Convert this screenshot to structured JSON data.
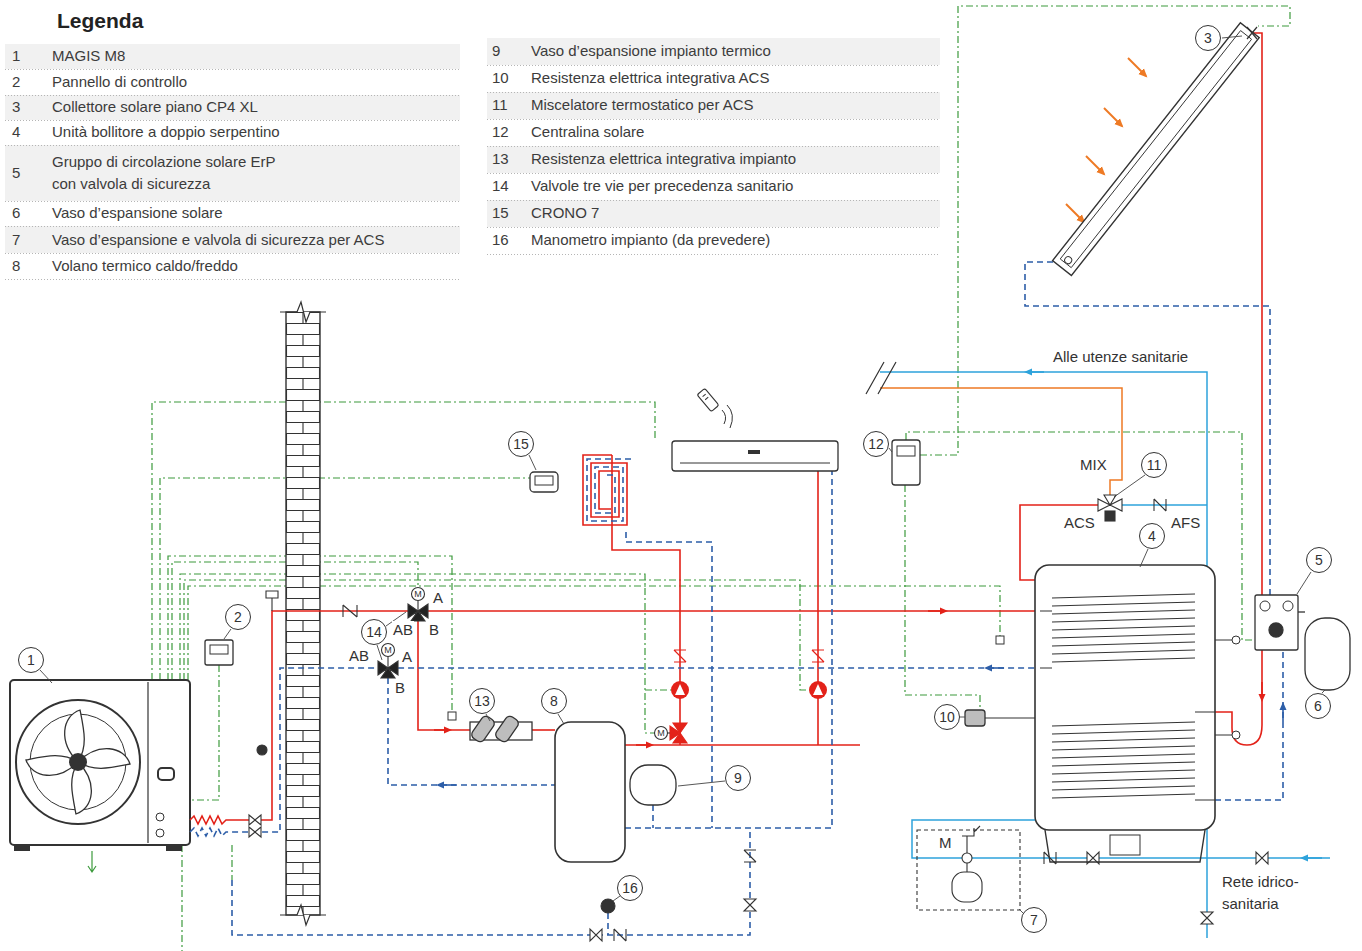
{
  "diagram": {
    "title": "Legenda",
    "nodes": [
      {
        "text": [
          "3"
        ]
      },
      {
        "text": [
          "15"
        ]
      },
      {
        "text": [
          "12"
        ]
      },
      {
        "text": [
          "11"
        ]
      },
      {
        "text": [
          "4"
        ]
      },
      {
        "text": [
          "5"
        ]
      },
      {
        "text": [
          "2"
        ]
      },
      {
        "text": [
          "14"
        ]
      },
      {
        "text": [
          "1"
        ]
      },
      {
        "text": [
          "13"
        ]
      },
      {
        "text": [
          "8"
        ]
      },
      {
        "text": [
          "6"
        ]
      },
      {
        "text": [
          "10"
        ]
      },
      {
        "text": [
          "9"
        ]
      },
      {
        "text": [
          "16"
        ]
      },
      {
        "text": [
          "7"
        ]
      }
    ],
    "labels": [
      "1",
      "MAGIS M8",
      "2",
      "Pannello di controllo",
      "3",
      "Collettore solare piano CP4 XL",
      "4",
      "Unità bollitore a doppio serpentino",
      "5",
      "Gruppo di circolazione solare ErP con valvola di sicurezza",
      "6",
      "Vaso d’espansione solare",
      "7",
      "Vaso d’espansione e valvola di sicurezza per ACS",
      "8",
      "Volano termico caldo/freddo",
      "9",
      "Vaso d’espansione impianto termico",
      "10",
      "Resistenza elettrica integrativa ACS",
      "11",
      "Miscelatore termostatico per ACS",
      "12",
      "Centralina solare",
      "13",
      "Resistenza elettrica integrativa impianto",
      "14",
      "Valvole tre vie per precedenza sanitario",
      "15",
      "CRONO 7",
      "16",
      "Manometro impianto (da prevedere)",
      "Alle utenze sanitarie",
      "MIX",
      "ACS",
      "AFS",
      "M",
      "A",
      "AB",
      "B",
      "M",
      "AB",
      "A",
      "B",
      "M",
      "M",
      "Rete idrico-sanitaria"
    ]
  }
}
